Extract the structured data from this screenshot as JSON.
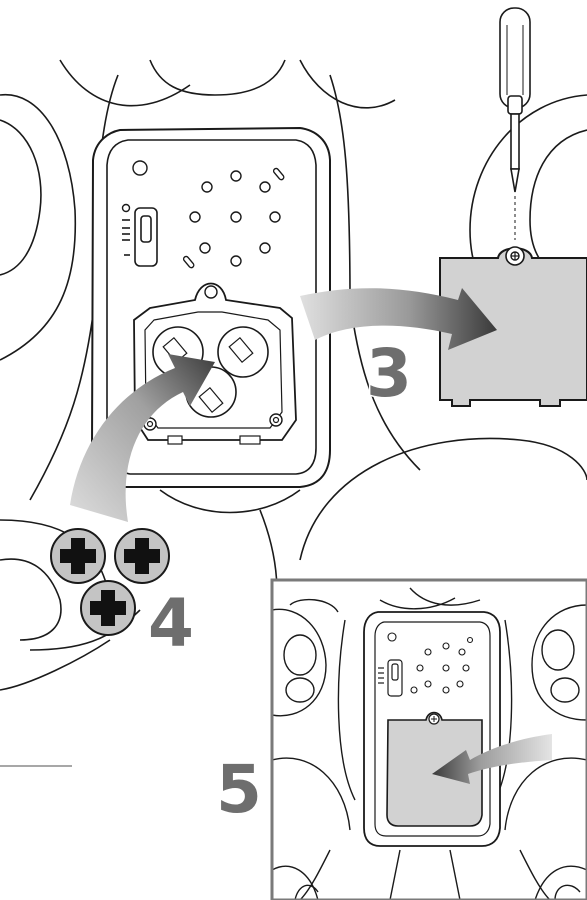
{
  "steps": {
    "three": "3",
    "four": "4",
    "five": "5"
  },
  "icons": {
    "screwdriver": "screwdriver-icon",
    "battery_plus": "battery-plus-icon"
  },
  "colors": {
    "line": "#1a1a1a",
    "panel_fill": "#d2d2d2",
    "step_number": "#6e6e6e",
    "arrow_dark": "#3a3a3a",
    "arrow_light": "#d0d0d0"
  }
}
